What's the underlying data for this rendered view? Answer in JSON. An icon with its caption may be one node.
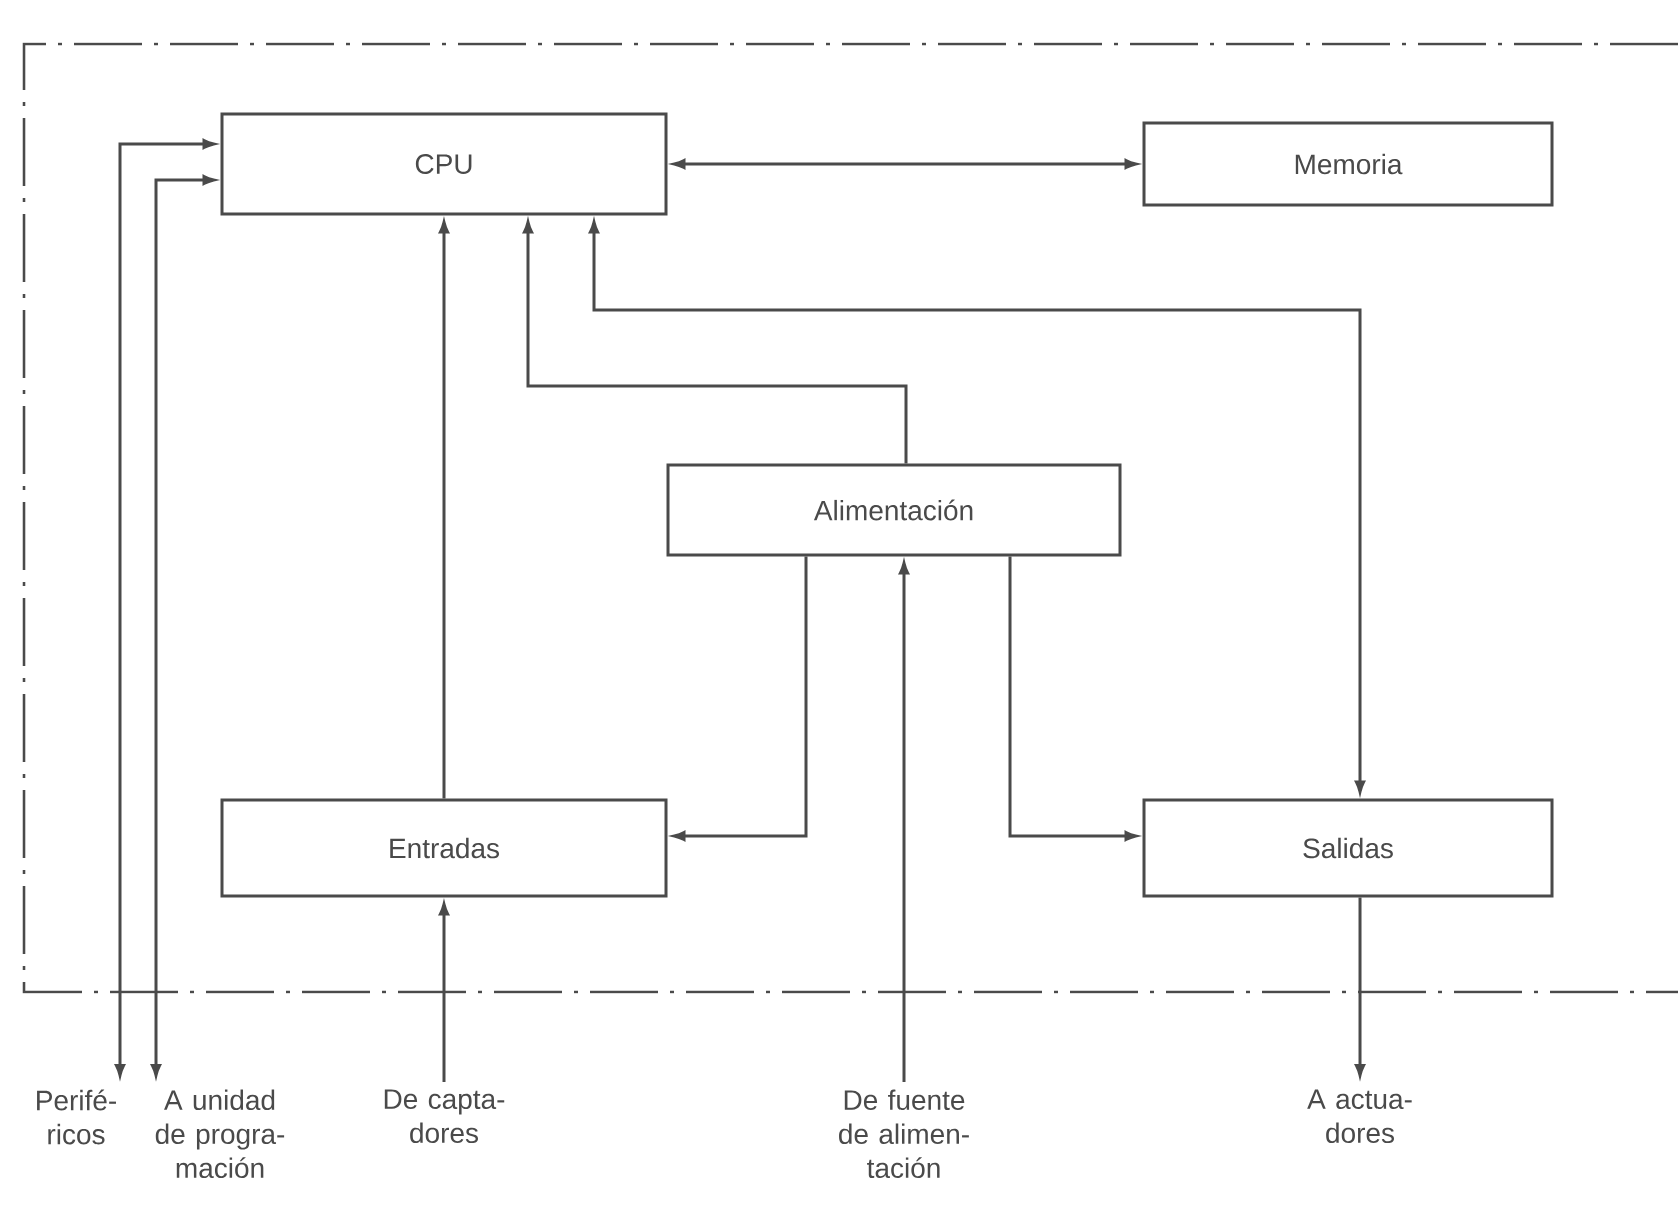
{
  "diagram": {
    "nodes": [
      {
        "text": [
          "CPU"
        ]
      },
      {
        "text": [
          "Memoria"
        ]
      },
      {
        "text": [
          "Alimentación"
        ]
      },
      {
        "text": [
          "Entradas"
        ]
      },
      {
        "text": [
          "Salidas"
        ]
      },
      {
        "text": [
          "Perifé- ricos"
        ]
      },
      {
        "text": [
          "A unidad de progra- mación"
        ]
      },
      {
        "text": [
          "De capta- dores"
        ]
      },
      {
        "text": [
          "De fuente de alimen- tación"
        ]
      },
      {
        "text": [
          "A actua- dores"
        ]
      }
    ],
    "edges": [
      {
        "from": 0,
        "to": 1,
        "arrow": "both"
      },
      {
        "from": 0,
        "to": 5,
        "arrow": "both"
      },
      {
        "from": 0,
        "to": 6,
        "arrow": "both"
      },
      {
        "from": 3,
        "to": 0,
        "arrow": "to"
      },
      {
        "from": 2,
        "to": 0,
        "arrow": "to"
      },
      {
        "from": 0,
        "to": 4,
        "arrow": "both"
      },
      {
        "from": 2,
        "to": 3,
        "arrow": "to"
      },
      {
        "from": 2,
        "to": 4,
        "arrow": "to"
      },
      {
        "from": 8,
        "to": 2,
        "arrow": "to"
      },
      {
        "from": 7,
        "to": 3,
        "arrow": "to"
      },
      {
        "from": 4,
        "to": 9,
        "arrow": "to"
      }
    ]
  }
}
